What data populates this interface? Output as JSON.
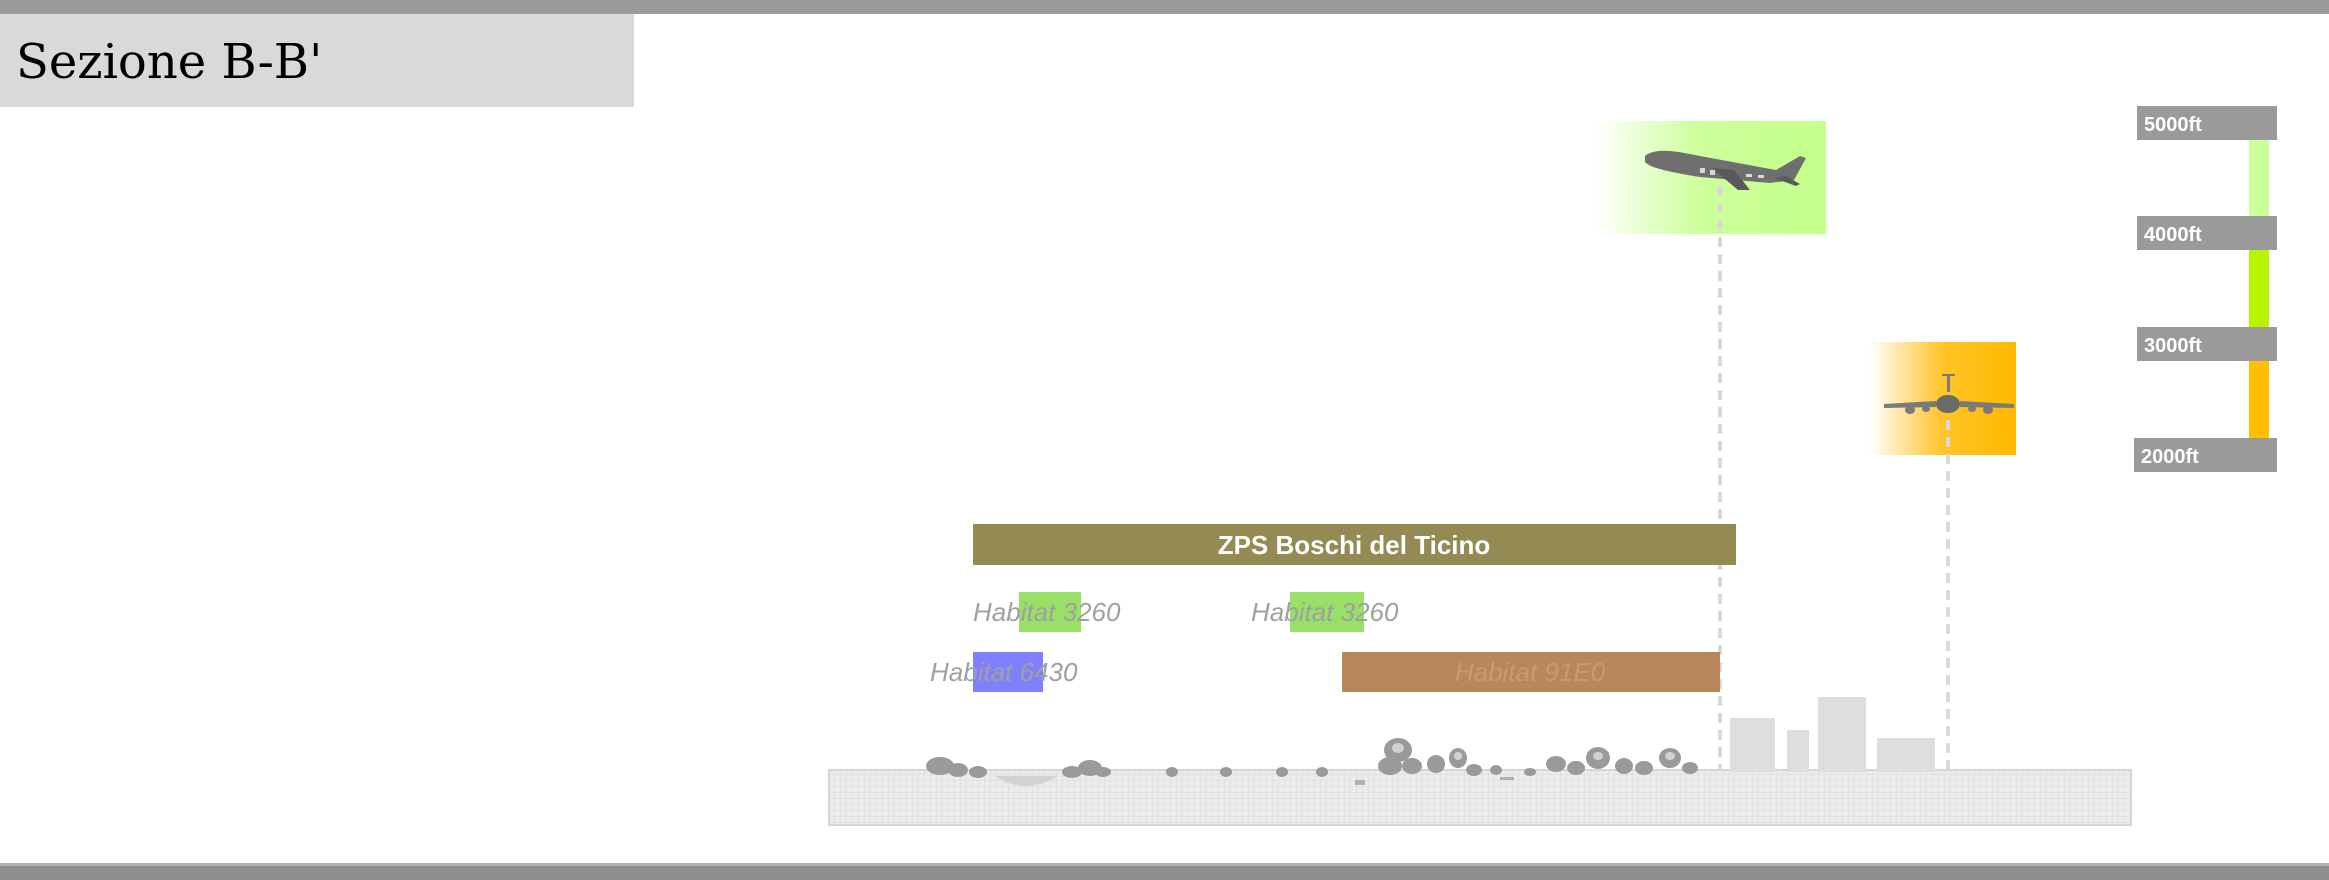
{
  "title": "Sezione B-B'",
  "altitude_scale": {
    "labels": [
      "5000ft",
      "4000ft",
      "3000ft",
      "2000ft"
    ],
    "colors": [
      "#ccff99",
      "#b8f400",
      "#ffbf00"
    ]
  },
  "zps": {
    "label": "ZPS Boschi del Ticino",
    "color": "#948a54"
  },
  "habitats": [
    {
      "label": "Habitat 3260",
      "color": "#99e066"
    },
    {
      "label": "Habitat 3260",
      "color": "#99e066"
    },
    {
      "label": "Habitat 6430",
      "color": "#8080ff"
    },
    {
      "label": "Habitat 91E0",
      "color": "#b8875a"
    }
  ],
  "aircraft": [
    {
      "name": "climbing-jet",
      "icon": "airplane-icon",
      "highlight": "#c4ff8a"
    },
    {
      "name": "approaching-jet",
      "icon": "airplane-front-icon",
      "highlight": "#ffb900"
    }
  ]
}
